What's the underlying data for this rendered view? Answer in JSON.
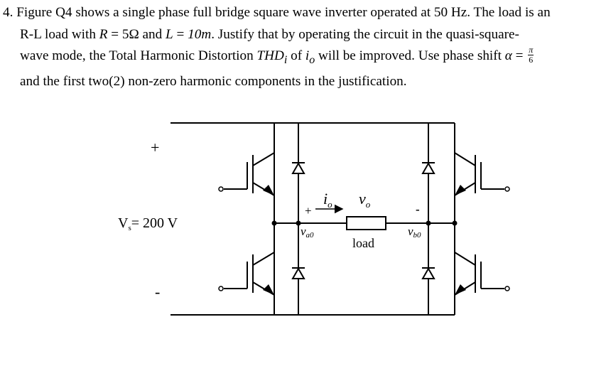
{
  "question": {
    "line1": "4. Figure Q4 shows a single phase full bridge square wave inverter operated at 50 Hz. The load is an",
    "line2_a": "R-L load with ",
    "line2_R": "R",
    "line2_b": " = 5Ω and ",
    "line2_L": "L",
    "line2_c": " = ",
    "line2_Lval": "10m",
    "line2_d": ". Justify that by operating the circuit in the quasi-square-",
    "line3_a": "wave mode, the Total Harmonic Distortion ",
    "line3_THD": "THD",
    "line3_THDsub": "i",
    "line3_b": " of ",
    "line3_io": "i",
    "line3_iosub": "o",
    "line3_c": " will be improved. Use phase shift ",
    "line3_alpha": "α",
    "line3_d": " = ",
    "frac_num": "π",
    "frac_den": "6",
    "line4": "and the first two(2) non-zero harmonic components in the justification."
  },
  "circuit": {
    "plus_sign": "+",
    "minus_sign": "-",
    "source_label": "V",
    "source_sub": "s",
    "source_value": "= 200 V",
    "io_label": "i",
    "io_sub": "o",
    "vo_label": "v",
    "vo_sub": "o",
    "va0_label": "v",
    "va0_sub": "a0",
    "vb0_label": "v",
    "vb0_sub": "b0",
    "load_label": "load",
    "va0_plus": "+",
    "vb0_minus": "-"
  }
}
